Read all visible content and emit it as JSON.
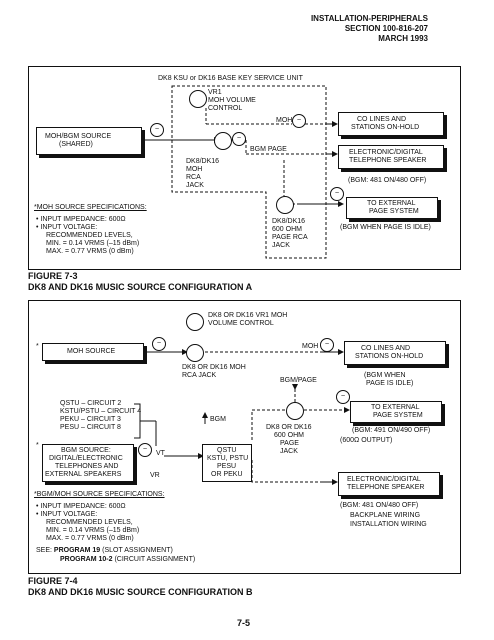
{
  "header": {
    "line1": "INSTALLATION-PERIPHERALS",
    "line2": "SECTION 100-816-207",
    "line3": "MARCH 1993"
  },
  "fig3": {
    "unit_title": "DK8 KSU or DK16 BASE KEY SERVICE UNIT",
    "vr1": "VR1",
    "vr1_line2": "MOH VOLUME",
    "vr1_line3": "CONTROL",
    "moh": "MOH",
    "source_box_line1": "MOH/BGM SOURCE",
    "source_box_line2": "(SHARED)",
    "bgm_page": "BGM PAGE",
    "rca_line1": "DK8/DK16",
    "rca_line2": "MOH",
    "rca_line3": "RCA",
    "rca_line4": "JACK",
    "co_line1": "CO LINES AND",
    "co_line2": "STATIONS ON-HOLD",
    "edt_line1": "ELECTRONIC/DIGITAL",
    "edt_line2": "TELEPHONE SPEAKER",
    "bgm_on": "(BGM: 481 ON/480 OFF)",
    "ext_line1": "TO EXTERNAL",
    "ext_line2": "PAGE SYSTEM",
    "bgm_idle": "(BGM WHEN PAGE IS IDLE)",
    "jack_line1": "DK8/DK16",
    "jack_line2": "600 OHM",
    "jack_line3": "PAGE RCA",
    "jack_line4": "JACK",
    "specs_title": "*MOH SOURCE SPECIFICATIONS:",
    "spec1": "• INPUT IMPEDANCE: 600Ω",
    "spec2": "• INPUT VOLTAGE:",
    "spec3": "RECOMMENDED LEVELS,",
    "spec4": "MIN. = 0.14 VRMS (–15 dBm)",
    "spec5": "MAX. = 0.77 VRMS (0 dBm)",
    "caption1": "FIGURE 7-3",
    "caption2": "DK8 AND DK16 MUSIC SOURCE CONFIGURATION A"
  },
  "fig4": {
    "vr1_line1": "DK8 OR DK16 VR1 MOH",
    "vr1_line2": "VOLUME CONTROL",
    "star": "*",
    "moh_source": "MOH SOURCE",
    "moh": "MOH",
    "co_line1": "CO LINES AND",
    "co_line2": "STATIONS ON-HOLD",
    "rca_line1": "DK8 OR DK16 MOH",
    "rca_line2": "RCA JACK",
    "bgm_page": "BGM/PAGE",
    "bgm_when_line1": "(BGM WHEN",
    "bgm_when_line2": "PAGE IS IDLE)",
    "circuit1": "QSTU – CIRCUIT 2",
    "circuit2": "KSTU/PSTU – CIRCUIT 4",
    "circuit3": "PEKU – CIRCUIT 3",
    "circuit4": "PESU – CIRCUIT 8",
    "bgm_arrow": "BGM",
    "ext_line1": "TO EXTERNAL",
    "ext_line2": "PAGE SYSTEM",
    "bgm_491": "(BGM: 491 ON/490 OFF)",
    "jack_line1": "DK8 OR DK16",
    "jack_line2": "600 OHM",
    "jack_line3": "PAGE",
    "jack_line4": "JACK",
    "output_600": "(600Ω OUTPUT)",
    "source_line1": "BGM SOURCE:",
    "source_line2": "DIGITAL/ELECTRONIC",
    "source_line3": "TELEPHONES AND",
    "source_line4": "EXTERNAL SPEAKERS",
    "vt": "VT",
    "vr": "VR",
    "qstu_line1": "QSTU",
    "qstu_line2": "KSTU, PSTU",
    "qstu_line3": "PESU",
    "qstu_line4": "OR PEKU",
    "edt_line1": "ELECTRONIC/DIGITAL",
    "edt_line2": "TELEPHONE SPEAKER",
    "bgm_481": "(BGM: 481 ON/480 OFF)",
    "specs_title": "*BGM/MOH SOURCE SPECIFICATIONS:",
    "spec1": "• INPUT IMPEDANCE: 600Ω",
    "spec2": "• INPUT VOLTAGE:",
    "spec3": "RECOMMENDED LEVELS,",
    "spec4": "MIN. = 0.14 VRMS (–15 dBm)",
    "spec5": "MAX. = 0.77 VRMS (0 dBm)",
    "legend1": "BACKPLANE WIRING",
    "legend2": "INSTALLATION WIRING",
    "see1_label": "SEE: ",
    "see1_prog": "PROGRAM 19",
    "see1_rest": " (SLOT ASSIGNMENT)",
    "see2_prog": "PROGRAM 10-2",
    "see2_rest": " (CIRCUIT ASSIGNMENT)",
    "caption1": "FIGURE 7-4",
    "caption2": "DK8 AND DK16 MUSIC SOURCE CONFIGURATION B"
  },
  "footer": {
    "page": "7-5"
  }
}
